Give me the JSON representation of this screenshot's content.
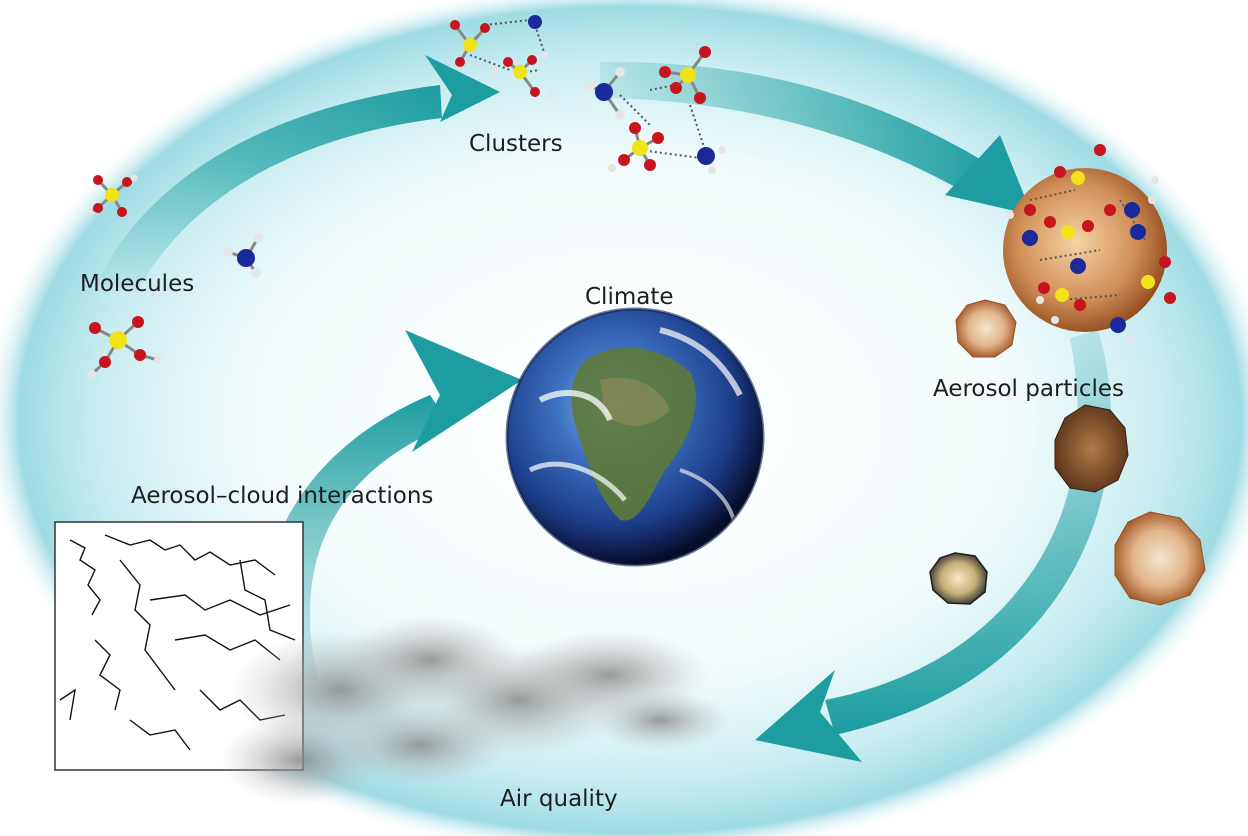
{
  "labels": {
    "molecules": "Molecules",
    "clusters": "Clusters",
    "climate": "Climate",
    "aerosol_particles": "Aerosol particles",
    "aerosol_cloud_interactions": "Aerosol–cloud interactions",
    "air_quality": "Air quality"
  },
  "colors": {
    "arrow": "#2aa6a8",
    "sulfur_atom": "#f2e21a",
    "oxygen_atom": "#c8141e",
    "nitrogen_atom": "#1a2a9a",
    "hydrogen_atom": "#e6e6e6",
    "particle": "#c87a40",
    "glow": "#8fd3dc"
  }
}
